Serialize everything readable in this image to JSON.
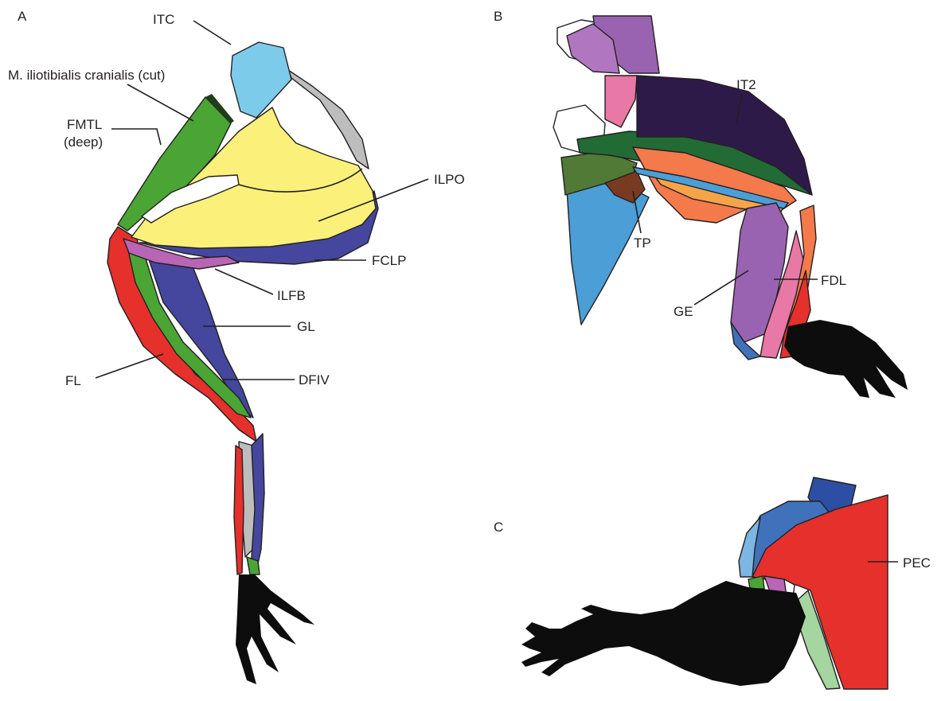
{
  "panels": {
    "a": {
      "letter": "A"
    },
    "b": {
      "letter": "B"
    },
    "c": {
      "letter": "C"
    }
  },
  "labels": {
    "itc": "ITC",
    "iliotibialis": "M. iliotibialis cranialis (cut)",
    "fmtl": "FMTL",
    "fmtl_deep": "(deep)",
    "ilpo": "ILPO",
    "fclp": "FCLP",
    "ilfb": "ILFB",
    "gl": "GL",
    "fl": "FL",
    "dfiv": "DFIV",
    "it2": "IT2",
    "tp": "TP",
    "ge": "GE",
    "fdl": "FDL",
    "pec": "PEC"
  },
  "colors": {
    "itc": "#7dcbeb",
    "iliotibialis": "#4ba535",
    "ilpo": "#fbf07a",
    "fclp": "#44479d",
    "ilfb": "#b965b5",
    "fl": "#e5302b",
    "gray": "#bdbdbd",
    "foot": "#0d0d0d",
    "it2": "#2e1a49",
    "dark_green": "#226b35",
    "olive_green": "#507a35",
    "orange": "#f47a4b",
    "brown": "#7a3a22",
    "blue_panel_b": "#4b9ed6",
    "purple": "#9a63b2",
    "pink": "#e878a5",
    "pec": "#e5302b",
    "panel_c_blue": "#3f72bb",
    "panel_c_navy": "#2d4fa3",
    "light_green": "#a6d6a0"
  }
}
